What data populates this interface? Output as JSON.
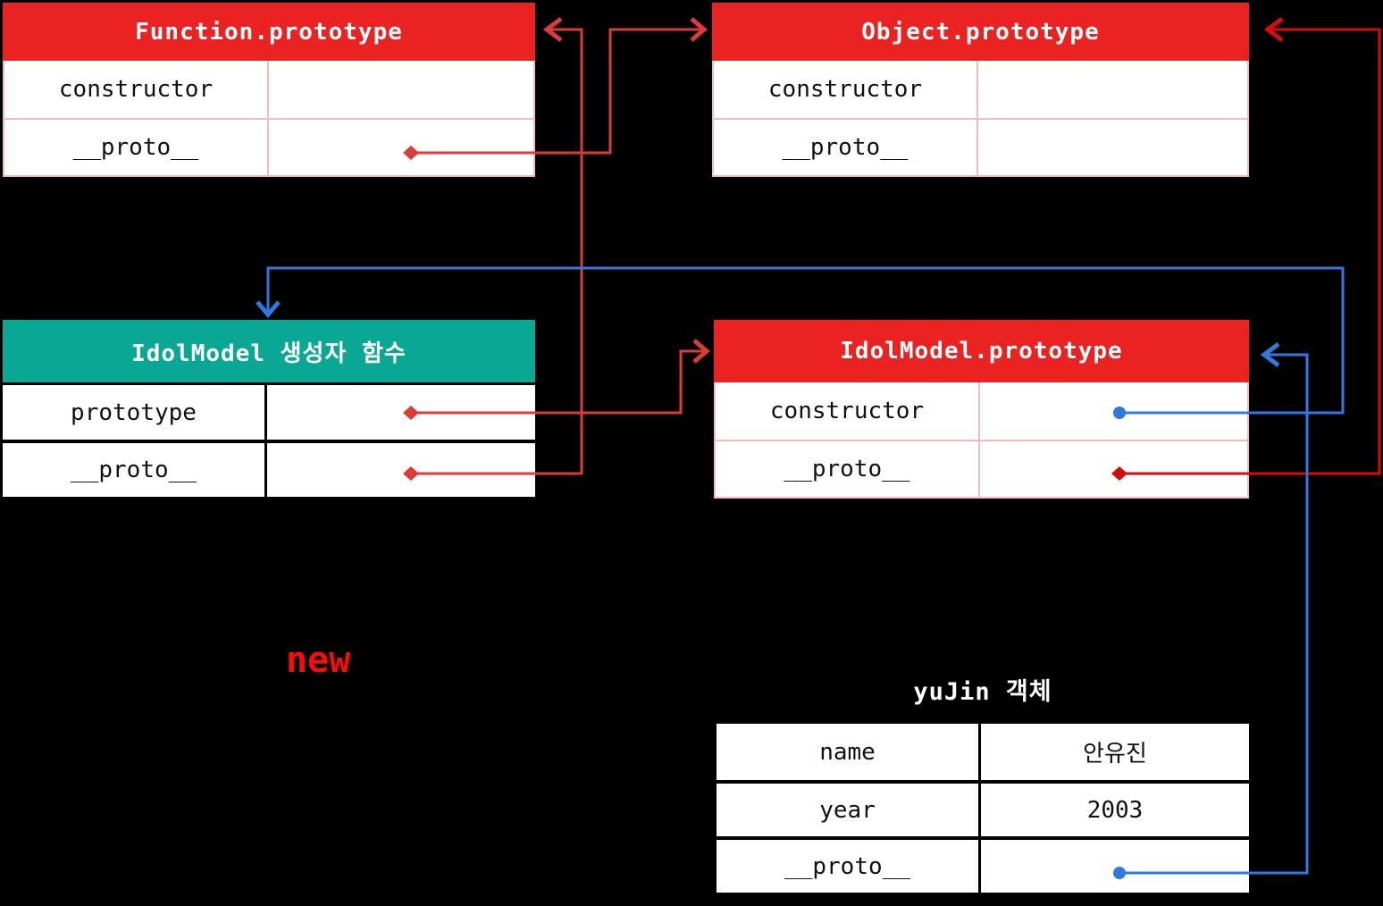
{
  "colors": {
    "background": "#000000",
    "red_header": "#EA2222",
    "teal_header": "#0BA795",
    "pink_border": "#F2BCBA",
    "red_arrow": "#DC3B38",
    "dark_red_arrow": "#D40D0D",
    "blue_arrow": "#3079E0",
    "new_text": "#F80B0B"
  },
  "tables": {
    "function_prototype": {
      "title": "Function.prototype",
      "rows": [
        {
          "key": "constructor",
          "value": ""
        },
        {
          "key": "__proto__",
          "value": ""
        }
      ]
    },
    "object_prototype": {
      "title": "Object.prototype",
      "rows": [
        {
          "key": "constructor",
          "value": ""
        },
        {
          "key": "__proto__",
          "value": ""
        }
      ]
    },
    "idol_constructor_function": {
      "title": "IdolModel 생성자 함수",
      "rows": [
        {
          "key": "prototype",
          "value": ""
        },
        {
          "key": "__proto__",
          "value": ""
        }
      ]
    },
    "idol_model_prototype": {
      "title": "IdolModel.prototype",
      "rows": [
        {
          "key": "constructor",
          "value": ""
        },
        {
          "key": "__proto__",
          "value": ""
        }
      ]
    },
    "yujin_object": {
      "title": "yuJin 객체",
      "rows": [
        {
          "key": "name",
          "value": "안유진"
        },
        {
          "key": "year",
          "value": "2003"
        },
        {
          "key": "__proto__",
          "value": ""
        }
      ]
    }
  },
  "labels": {
    "new_keyword": "new"
  }
}
